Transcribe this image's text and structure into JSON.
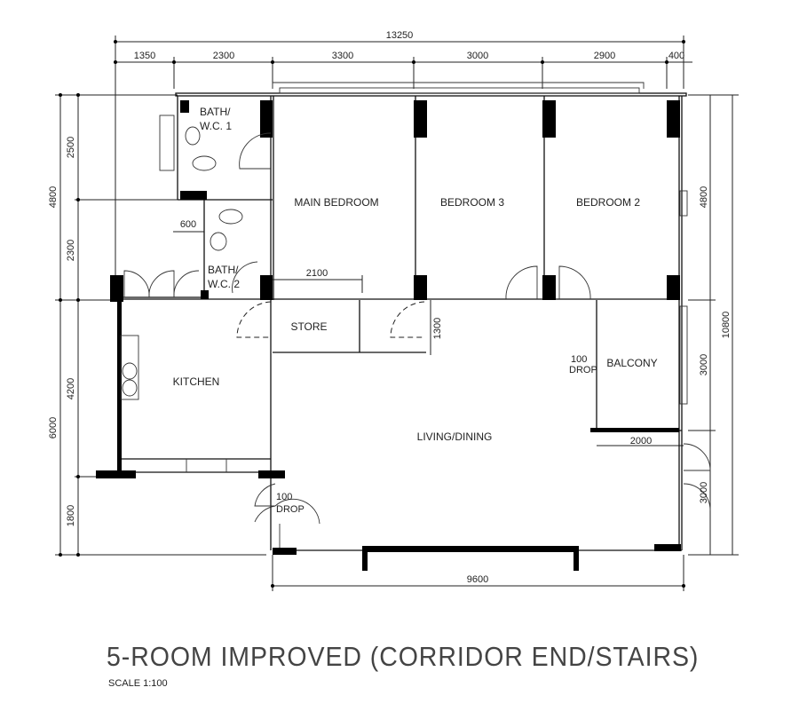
{
  "title": "5-ROOM IMPROVED (CORRIDOR END/STAIRS)",
  "scale": "SCALE 1:100",
  "rooms": {
    "bath1_line1": "BATH/",
    "bath1_line2": "W.C.  1",
    "bath2_line1": "BATH/",
    "bath2_line2": "W.C.  2",
    "main_bedroom": "MAIN BEDROOM",
    "bedroom3": "BEDROOM 3",
    "bedroom2": "BEDROOM 2",
    "store": "STORE",
    "kitchen": "KITCHEN",
    "living_dining": "LIVING/DINING",
    "balcony": "BALCONY"
  },
  "notes": {
    "drop_balcony_1": "100",
    "drop_balcony_2": "DROP",
    "drop_entry_1": "100",
    "drop_entry_2": "DROP"
  },
  "dimensions": {
    "top_total": "13250",
    "top": [
      "1350",
      "2300",
      "3300",
      "3000",
      "2900",
      "400"
    ],
    "left_outer": [
      "4800",
      "6000"
    ],
    "left_inner": [
      "2500",
      "2300",
      "4200",
      "1800"
    ],
    "right_inner": [
      "4800",
      "3000",
      "3000"
    ],
    "right_total": "10800",
    "bottom": "9600",
    "bath_gap": "600",
    "corridor": "2100",
    "corridor_depth": "1300",
    "balcony_width": "2000"
  }
}
